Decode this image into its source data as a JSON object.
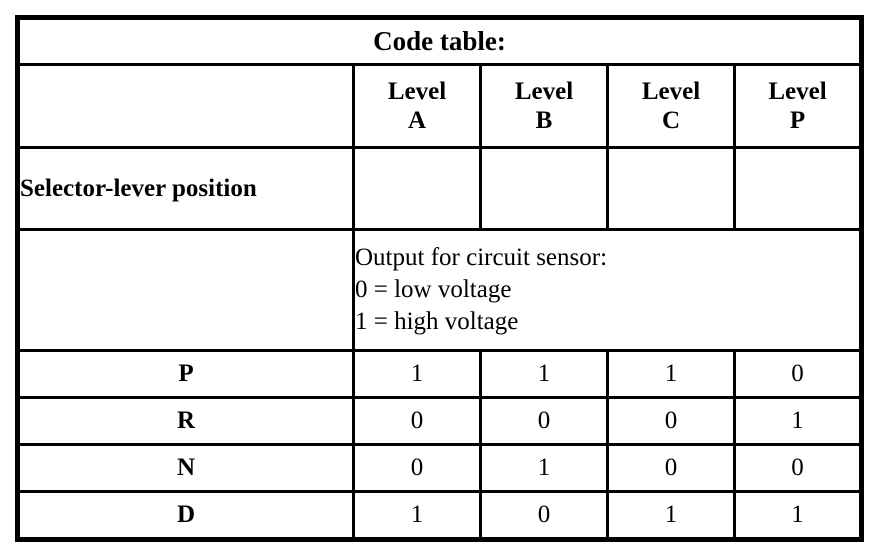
{
  "table": {
    "title": "Code table:",
    "column_headers": [
      {
        "line1": "Level",
        "line2": "A"
      },
      {
        "line1": "Level",
        "line2": "B"
      },
      {
        "line1": "Level",
        "line2": "C"
      },
      {
        "line1": "Level",
        "line2": "P"
      }
    ],
    "row_group_label": "Selector-lever position",
    "legend": {
      "heading": "Output for circuit sensor:",
      "line_zero": "0 = low voltage",
      "line_one": "1 = high voltage"
    },
    "rows": [
      {
        "label": "P",
        "values": [
          "1",
          "1",
          "1",
          "0"
        ]
      },
      {
        "label": "R",
        "values": [
          "0",
          "0",
          "0",
          "1"
        ]
      },
      {
        "label": "N",
        "values": [
          "0",
          "1",
          "0",
          "0"
        ]
      },
      {
        "label": "D",
        "values": [
          "1",
          "0",
          "1",
          "1"
        ]
      }
    ]
  },
  "colors": {
    "border": "#000000",
    "background": "#ffffff",
    "text": "#000000"
  }
}
